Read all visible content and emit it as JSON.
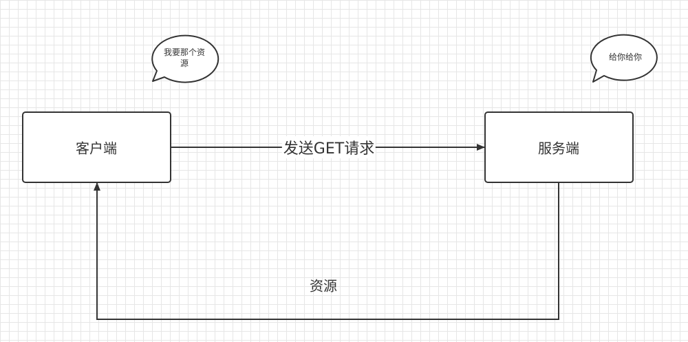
{
  "diagram": {
    "client_label": "客户端",
    "server_label": "服务端",
    "request_label": "发送GET请求",
    "response_label": "资源",
    "client_bubble": "我要那个资源",
    "server_bubble": "给你给你"
  },
  "colors": {
    "stroke": "#333333",
    "grid": "#e6e6e6",
    "background": "#ffffff"
  }
}
